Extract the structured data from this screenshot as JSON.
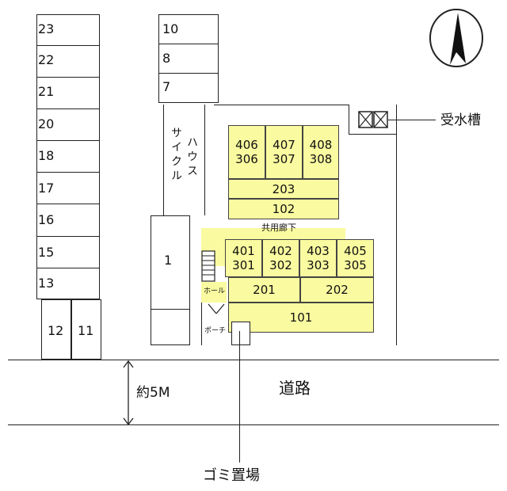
{
  "parking_left": [
    "23",
    "22",
    "21",
    "20",
    "18",
    "17",
    "16",
    "15",
    "13"
  ],
  "parking_bottom": [
    "12",
    "11"
  ],
  "parking_top": [
    "10",
    "8",
    "7"
  ],
  "parking_side": "1",
  "house_cycle_col1": "サイクル",
  "house_cycle_col2": "ハウス",
  "water_tank_label": "受水槽",
  "units": {
    "u406": [
      "406",
      "306"
    ],
    "u407": [
      "407",
      "307"
    ],
    "u408": [
      "408",
      "308"
    ],
    "u203": "203",
    "u102": "102",
    "corridor": "共用廊下",
    "u401": [
      "401",
      "301"
    ],
    "u402": [
      "402",
      "302"
    ],
    "u403": [
      "403",
      "303"
    ],
    "u405": [
      "405",
      "305"
    ],
    "u201": "201",
    "u202": "202",
    "u101": "101"
  },
  "hall_label": "ホール",
  "porch_label": "ポーチ",
  "road_label": "道路",
  "road_width": "約5M",
  "garbage_label": "ゴミ置場",
  "colors": {
    "unit_fill": "#fafaa0",
    "line": "#222222"
  },
  "compass_icon": "north-arrow-icon"
}
